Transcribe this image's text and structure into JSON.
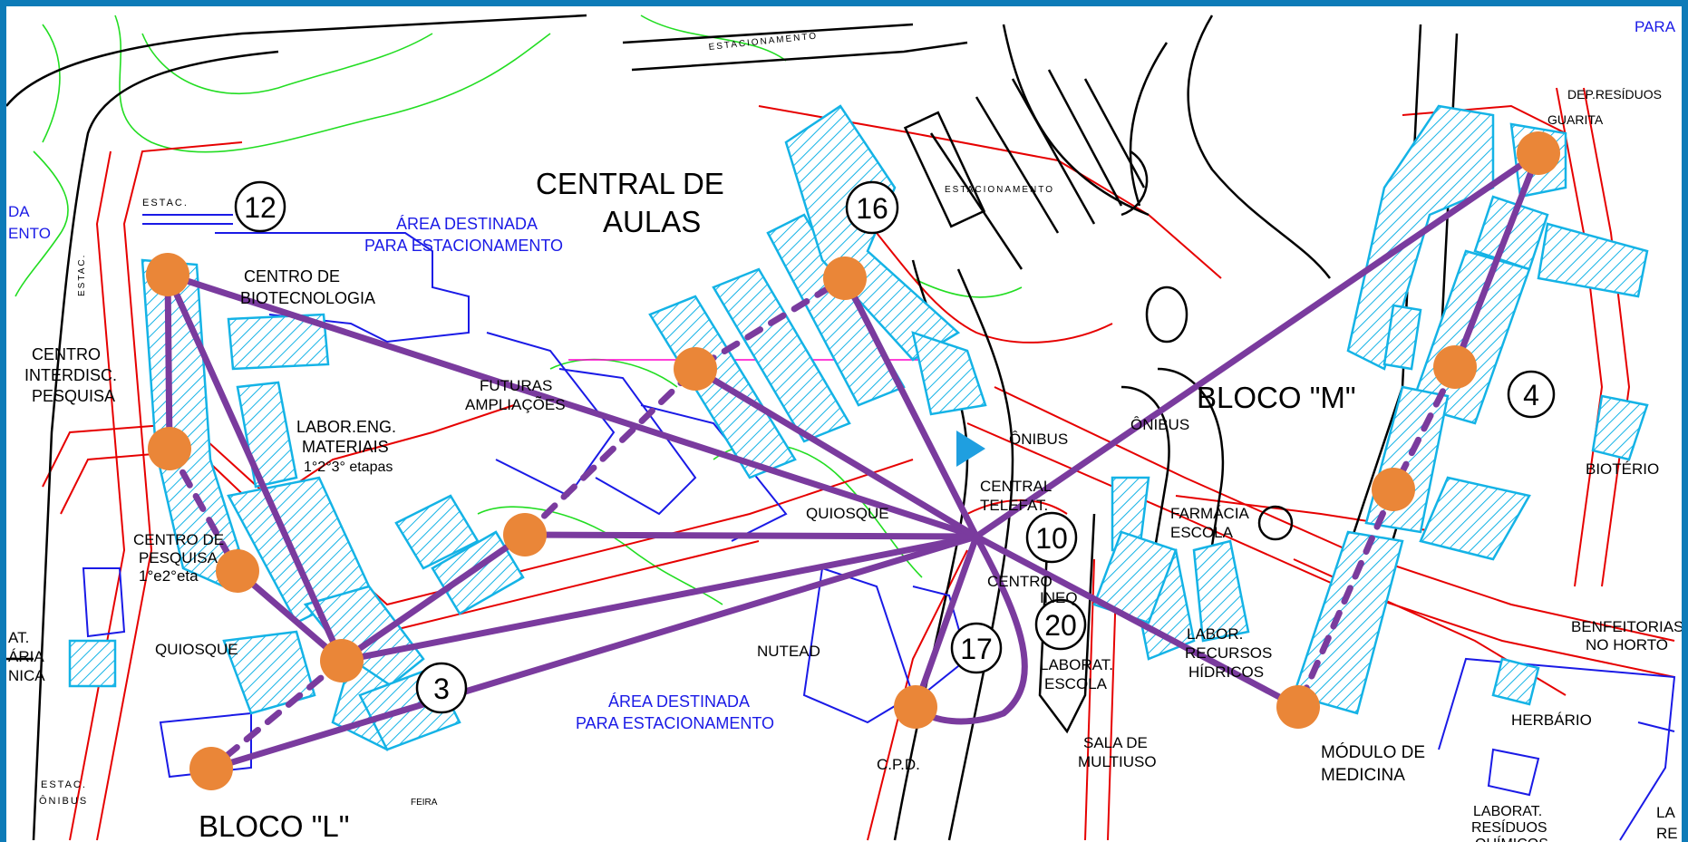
{
  "map": {
    "colors": {
      "frame": "#0d7bb8",
      "route": "#7a3b9e",
      "node": "#ea8638",
      "building_outline": "#14b3e6",
      "road": "#e60000",
      "vegetation": "#22dd22",
      "annotation": "#1a1ae6"
    },
    "labels": {
      "central_aulas_1": "CENTRAL DE",
      "central_aulas_2": "AULAS",
      "bloco_m": "BLOCO \"M\"",
      "bloco_l": "BLOCO \"L\"",
      "area_dest_1_l1": "ÁREA DESTINADA",
      "area_dest_1_l2": "PARA ESTACIONAMENTO",
      "area_dest_2_l1": "ÁREA DESTINADA",
      "area_dest_2_l2": "PARA ESTACIONAMENTO",
      "estac_top": "ESTACIONAMENTO",
      "estac_mid": "ESTACIONAMENTO",
      "estac_small": "ESTAC.",
      "estac_vert": "ESTAC.",
      "estac_bottom_1": "ESTAC.",
      "estac_bottom_2": "ÔNIBUS",
      "centro_bio_1": "CENTRO DE",
      "centro_bio_2": "BIOTECNOLOGIA",
      "centro_interd_1": "CENTRO",
      "centro_interd_2": "INTERDISC.",
      "centro_interd_3": "PESQUISA",
      "futuras_1": "FUTURAS",
      "futuras_2": "AMPLIAÇÕES",
      "labor_eng_1": "LABOR.ENG.",
      "labor_eng_2": "MATERIAIS",
      "labor_eng_3": "1°2°3° etapas",
      "centro_pesq_1": "CENTRO DE",
      "centro_pesq_2": "PESQUISA",
      "centro_pesq_3": "1°e2°eta",
      "quiosque_left": "QUIOSQUE",
      "quiosque_mid": "QUIOSQUE",
      "onibus_1": "ÔNIBUS",
      "onibus_2": "ÔNIBUS",
      "central_tel_1": "CENTRAL",
      "central_tel_2": "TELEFAT.",
      "centro_ineq_1": "CENTRO",
      "centro_ineq_2": "INEQ",
      "farmacia_1": "FARMÁCIA",
      "farmacia_2": "ESCOLA",
      "labor_rec_1": "LABOR.",
      "labor_rec_2": "RECURSOS",
      "labor_rec_3": "HÍDRICOS",
      "laborat_escola_1": "LABORAT.",
      "laborat_escola_2": "ESCOLA",
      "sala_1": "SALA DE",
      "sala_2": "MULTIUSO",
      "nutead": "NUTEAD",
      "cpd": "C.P.D.",
      "modulo_1": "MÓDULO DE",
      "modulo_2": "MEDICINA",
      "bioterio": "BIOTÉRIO",
      "benfeitorias_1": "BENFEITORIAS",
      "benfeitorias_2": "NO HORTO",
      "herbario": "HERBÁRIO",
      "laborat_res_1": "LABORAT.",
      "laborat_res_2": "RESÍDUOS",
      "laborat_res_3": "QUÍMICOS",
      "dep_residuos": "DEP.RESÍDUOS",
      "guarita": "GUARITA",
      "para_top": "PARA",
      "left_da": "DA",
      "left_ento": "ENTO",
      "left_at": "AT.",
      "left_aria": "ÁRIA",
      "left_nica": "NICA",
      "right_la": "LA",
      "right_re": "RE",
      "feira": "FEIRA"
    },
    "numbers": {
      "n12": "12",
      "n16": "16",
      "n4": "4",
      "n10": "10",
      "n20": "20",
      "n17": "17",
      "n3": "3"
    }
  }
}
